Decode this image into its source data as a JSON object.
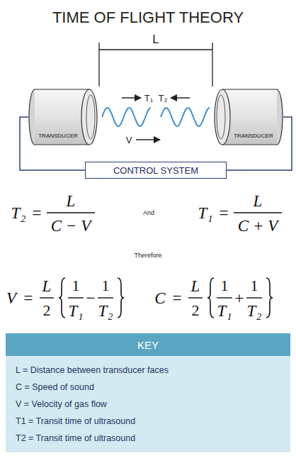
{
  "diagram": {
    "title": "TIME OF FLIGHT THEORY",
    "nodes": [
      {
        "text": [
          "TRANSDUCER"
        ]
      },
      {
        "text": [
          "TRANSDUCER"
        ]
      },
      {
        "text": [
          "CONTROL SYSTEM"
        ]
      },
      {
        "text": [
          "KEY"
        ]
      },
      {
        "text": [
          "L = Distance between transducer faces",
          "C = Speed of sound",
          "V = Velocity of gas flow",
          "T1 = Transit time of ultrasound",
          "T2 = Transit time of ultrasound"
        ]
      }
    ],
    "edges": [
      {
        "from": 2,
        "to": 0,
        "arrow": "none"
      },
      {
        "from": 2,
        "to": 1,
        "arrow": "none"
      }
    ],
    "labels": [
      "L",
      "T₁",
      "T₂",
      "V",
      "T₂",
      "=",
      "L",
      "C − V",
      "And",
      "T₁",
      "=",
      "L",
      "C + V",
      "Therefore",
      "V",
      "=",
      "L",
      "2",
      "1",
      "T₁",
      "−",
      "1",
      "T₂",
      "C",
      "=",
      "L",
      "2",
      "1",
      "T₁",
      "+",
      "1",
      "T₂"
    ]
  }
}
